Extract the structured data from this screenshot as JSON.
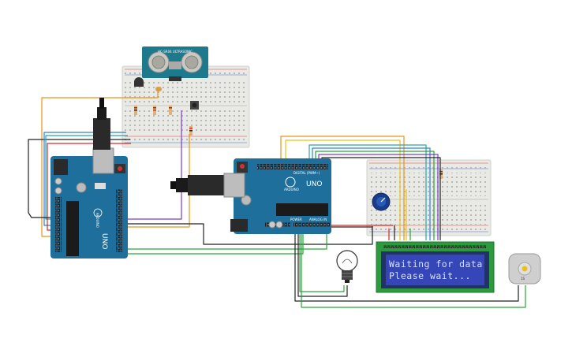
{
  "lcd": {
    "line1": "Waiting for data",
    "line2": "Please wait..."
  },
  "arduino_left": {
    "model": "UNO",
    "brand": "ARDUINO"
  },
  "arduino_center": {
    "model": "UNO",
    "brand": "ARDUINO",
    "digital_label": "DIGITAL (PWM~)",
    "power_label": "POWER",
    "analog_label": "ANALOG IN"
  },
  "sensor": {
    "label": "HC-SR04 ULTRASONIC"
  },
  "motor": {
    "label": "1S"
  },
  "colors": {
    "board": "#1f6f9c",
    "breadboard": "#e8e8e4",
    "lcd_frame": "#2e9a3e",
    "lcd_screen": "#3547b8",
    "sensor_board": "#1c7a8c",
    "wire_orange": "#e8941a",
    "wire_black": "#222222",
    "wire_red": "#d42a2a",
    "wire_green": "#2aa53a",
    "wire_purple": "#7a3ad6",
    "wire_blue": "#2f7fd0",
    "wire_teal": "#2aa5a5",
    "wire_yellow": "#e8c21a"
  }
}
